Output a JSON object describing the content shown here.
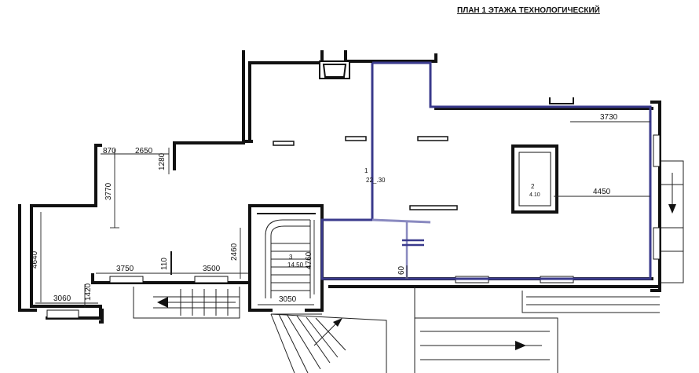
{
  "title": "ПЛАН 1 ЭТАЖА ТЕХНОЛОГИЧЕСКИЙ",
  "highlight_color": "#3a3a8c",
  "rooms": [
    {
      "number": "1",
      "area": "22_.30"
    },
    {
      "number": "2",
      "area": "4.10"
    },
    {
      "number": "3",
      "area": "14.50"
    }
  ],
  "dimensions": {
    "d870": "870",
    "d2650": "2650",
    "d1280": "1280",
    "d3770": "3770",
    "d4640": "4640",
    "d3750": "3750",
    "d110": "110",
    "d3500": "3500",
    "d2460": "2460",
    "d4760": "4760",
    "d1420": "1420",
    "d3060": "3060",
    "d3050": "3050",
    "d60": "60",
    "d3730": "3730",
    "d4450": "4450"
  }
}
